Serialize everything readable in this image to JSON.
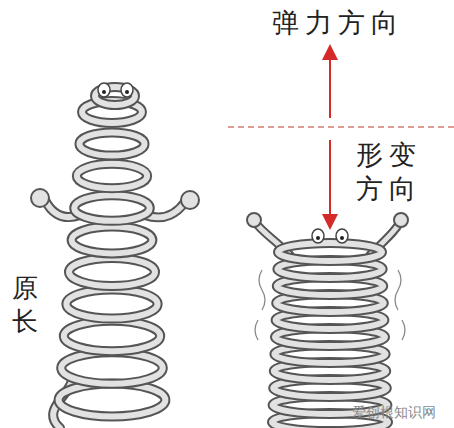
{
  "diagram": {
    "labels": [
      "弹力方向",
      "形变方向",
      "原长",
      "爱创根知识网"
    ]
  }
}
